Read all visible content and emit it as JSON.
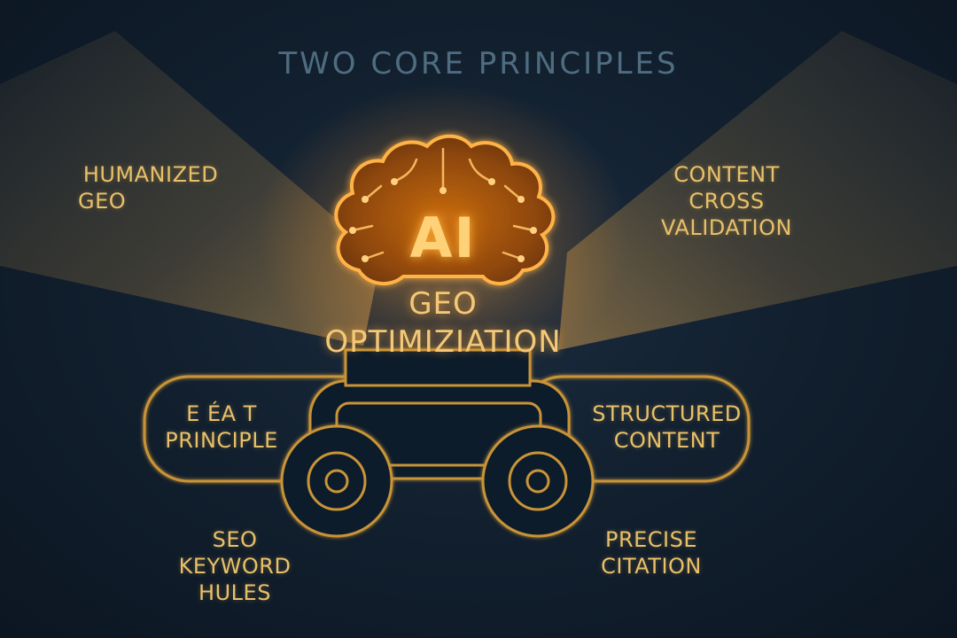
{
  "title": "TWO CORE PRINCIPLES",
  "center": {
    "ai": "AI",
    "line1": "GEO",
    "line2": "OPTIMIZIATION"
  },
  "left_top": {
    "line1": "HUMANIZED",
    "line2": "GEO"
  },
  "right_top": {
    "line1": "CONTENT",
    "line2": "CROSS VALIDATION"
  },
  "left_mid": {
    "line1": "E ÉA T",
    "line2": "PRINCIPLE"
  },
  "right_mid": {
    "line1": "STRUCTURED",
    "line2": "CONTENT"
  },
  "left_bottom": {
    "line1": "SEO",
    "line2": "KEYWORD",
    "line3": "HULES"
  },
  "right_bottom": {
    "line1": "PRECISE",
    "line2": "CITATION"
  },
  "colors": {
    "background": "#12202f",
    "accent_gold": "#e8c06a",
    "glow_orange": "#ff9a2a",
    "title_blue": "#4f6c80"
  },
  "icons": [
    "brain-icon",
    "wheel-icon"
  ]
}
